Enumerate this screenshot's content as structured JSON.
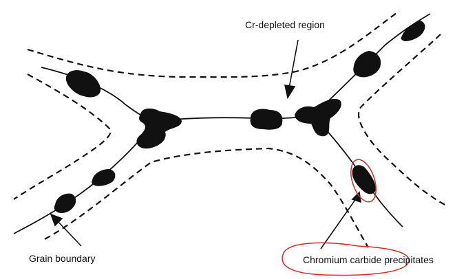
{
  "labels": {
    "cr_depleted": "Cr-depleted region",
    "grain_boundary": "Grain boundary",
    "chromium_carbide": "Chromium carbide precipitates"
  },
  "colors": {
    "ink": "#111111",
    "annotation": "#d42a2a"
  }
}
